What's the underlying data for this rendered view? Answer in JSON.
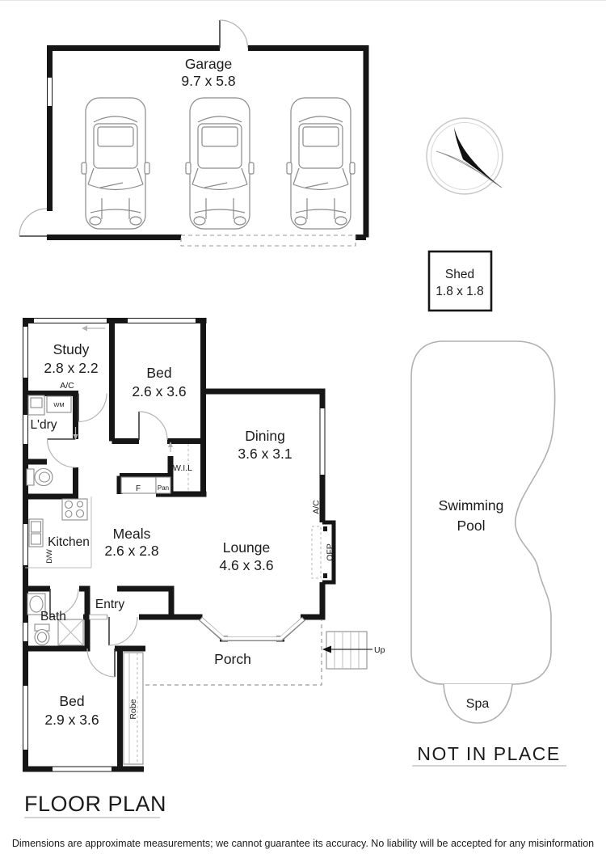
{
  "page": {
    "title": "FLOOR PLAN",
    "watermark": "NOT IN PLACE",
    "disclaimer": "Dimensions are approximate measurements; we cannot guarantee its accuracy. No liability will be accepted for any misinformation"
  },
  "rooms": {
    "garage": {
      "name": "Garage",
      "dims": "9.7 x 5.8"
    },
    "shed": {
      "name": "Shed",
      "dims": "1.8 x 1.8"
    },
    "study": {
      "name": "Study",
      "dims": "2.8 x 2.2"
    },
    "bed1": {
      "name": "Bed",
      "dims": "2.6 x 3.6"
    },
    "dining": {
      "name": "Dining",
      "dims": "3.6 x 3.1"
    },
    "laundry": {
      "name": "L'dry"
    },
    "kitchen": {
      "name": "Kitchen"
    },
    "meals": {
      "name": "Meals",
      "dims": "2.6 x 2.8"
    },
    "lounge": {
      "name": "Lounge",
      "dims": "4.6 x 3.6"
    },
    "bath": {
      "name": "Bath"
    },
    "entry": {
      "name": "Entry"
    },
    "porch": {
      "name": "Porch"
    },
    "bed2": {
      "name": "Bed",
      "dims": "2.9 x 3.6"
    },
    "pool": {
      "line1": "Swimming",
      "line2": "Pool"
    },
    "spa": {
      "name": "Spa"
    }
  },
  "fixtures": {
    "ac_hall": "A/C",
    "ac_lounge": "A/C",
    "wm": "WM",
    "wil": "W.I.L",
    "fridge": "F",
    "pantry": "Pan",
    "dw": "D/W",
    "ofp": "OFP",
    "robe": "Robe",
    "stairs_up": "Up"
  }
}
